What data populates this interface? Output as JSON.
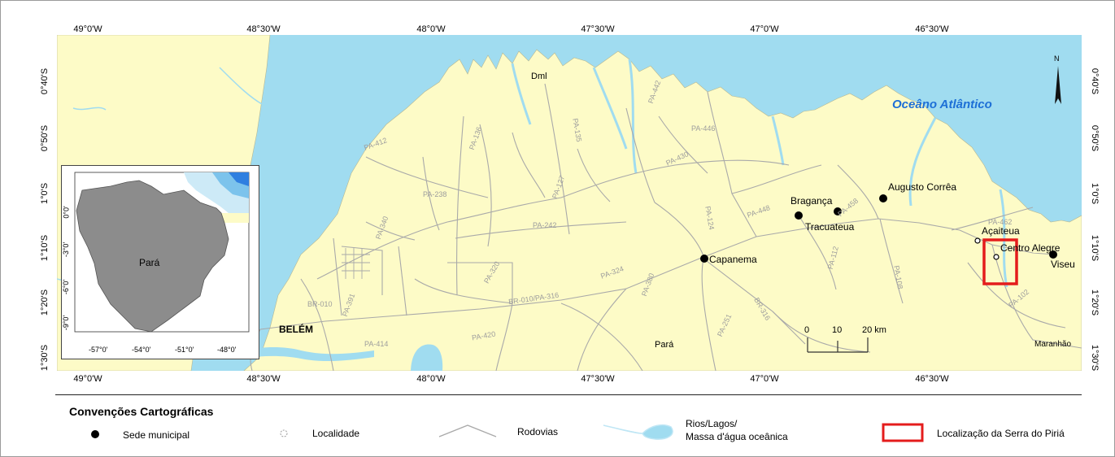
{
  "graticule": {
    "lon_labels": [
      "49°0'W",
      "48°30'W",
      "48°0'W",
      "47°30'W",
      "47°0'W",
      "46°30'W"
    ],
    "lat_labels": [
      "0°40'S",
      "0°50'S",
      "1°0'S",
      "1°10'S",
      "1°20'S",
      "1°30'S"
    ]
  },
  "places": {
    "sedes": [
      "Bragança",
      "Tracuateua",
      "Augusto Corrêa",
      "Capanema",
      "Viseu"
    ],
    "localidades": [
      "Açaiteua",
      "Centro Alegre"
    ],
    "belem": "BELÉM",
    "dml": "Dml",
    "para": "Pará",
    "maranhao": "Maranhão",
    "ocean": "Oceâno Atlântico"
  },
  "roads": [
    "PA-412",
    "PA-136",
    "PA-127",
    "PA-238",
    "PA-242",
    "PA-320",
    "PA-324",
    "PA-380",
    "BR-010/PA-316",
    "BR-010",
    "PA-391",
    "PA-420",
    "PA-414",
    "PA-124",
    "PA-251",
    "BR-316",
    "PA-112",
    "PA-448",
    "PA-458",
    "PA-446",
    "PA-462",
    "PA-108",
    "PA-102",
    "PA-442",
    "PA-135",
    "PA-430",
    "PA-340"
  ],
  "inset": {
    "label": "Pará",
    "x_ticks": [
      "-57°0'",
      "-54°0'",
      "-51°0'",
      "-48°0'"
    ],
    "y_ticks": [
      "0°0'",
      "-3°0'",
      "-6°0'",
      "-9°0'"
    ]
  },
  "scale_bar": {
    "ticks": [
      "0",
      "10",
      "20 km"
    ]
  },
  "north_arrow": "N",
  "legend": {
    "title": "Convenções Cartográficas",
    "items": [
      "Sede municipal",
      "Localidade",
      "Rodovias",
      "Rios/Lagos/",
      "Massa d'água oceânica",
      "Localização da Serra do Piriá"
    ]
  },
  "colors": {
    "land": "#fdfbc7",
    "water": "#a0dcf0",
    "road": "#a9a9a9",
    "highlight": "#e41c1c",
    "inset_state": "#8c8c8c"
  }
}
